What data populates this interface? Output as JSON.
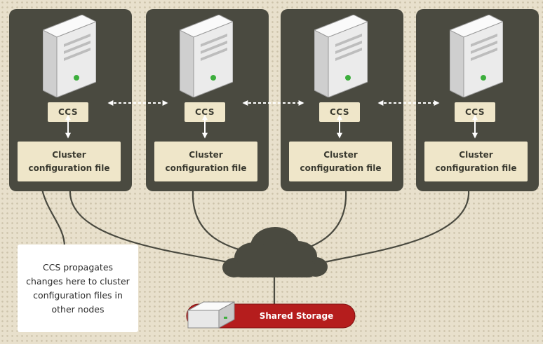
{
  "nodes": [
    {
      "ccs_label": "CCS",
      "config_label": "Cluster\nconfiguration file"
    },
    {
      "ccs_label": "CCS",
      "config_label": "Cluster\nconfiguration file"
    },
    {
      "ccs_label": "CCS",
      "config_label": "Cluster\nconfiguration file"
    },
    {
      "ccs_label": "CCS",
      "config_label": "Cluster\nconfiguration file"
    }
  ],
  "callout": {
    "text": "CCS propagates\nchanges here to cluster\nconfiguration files in\nother nodes"
  },
  "storage": {
    "label": "Shared Storage"
  },
  "icons": {
    "server": "server-tower-icon",
    "disk": "storage-disk-icon",
    "network": "network-cloud-icon"
  },
  "colors": {
    "node_bg": "#4a4a40",
    "box_bg": "#efe6c9",
    "storage_red": "#b51d1d",
    "background": "#e8e0cc"
  }
}
